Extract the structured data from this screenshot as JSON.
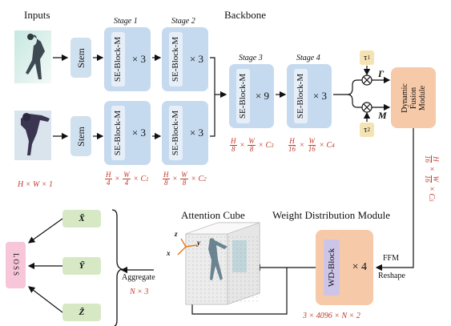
{
  "titles": {
    "inputs": "Inputs",
    "backbone": "Backbone",
    "attention_cube": "Attention Cube",
    "weight_distribution": "Weight Distribution Module"
  },
  "stages": [
    "Stage 1",
    "Stage 2",
    "Stage 3",
    "Stage 4"
  ],
  "stem_label": "Stem",
  "block_label": "SE-Block-M",
  "multipliers": [
    "× 3",
    "× 3",
    "× 9",
    "× 3"
  ],
  "tau": [
    "τ",
    "τ"
  ],
  "tau_sub": [
    "1",
    "2"
  ],
  "gamma": "Γ",
  "m_label": "M",
  "dfm_lines": [
    "Dynamic",
    "Fusion",
    "Module"
  ],
  "dims": {
    "input": "H × W × 1",
    "s1": {
      "num1": "H",
      "den1": "4",
      "num2": "W",
      "den2": "4",
      "c": "C",
      "csub": "1"
    },
    "s2": {
      "num1": "H",
      "den1": "8",
      "num2": "W",
      "den2": "8",
      "c": "C",
      "csub": "2"
    },
    "s3": {
      "num1": "H",
      "den1": "8",
      "num2": "W",
      "den2": "8",
      "c": "C",
      "csub": "3"
    },
    "s4": {
      "num1": "H",
      "den1": "16",
      "num2": "W",
      "den2": "16",
      "c": "C",
      "csub": "4"
    },
    "s5": {
      "num1": "H",
      "den1": "16",
      "num2": "W",
      "den2": "16",
      "c": "C",
      "csub": "5"
    }
  },
  "ffm": "FFM",
  "reshape": "Reshape",
  "wd_block": "WD-Block",
  "wd_mult": "× 4",
  "wd_dim": "3 × 4096 × N × 2",
  "aggregate": "Aggregate",
  "n3": "N × 3",
  "outputs": [
    "X̃",
    "Ỹ",
    "Z̃"
  ],
  "loss": "LOSS",
  "axes": [
    "z",
    "y",
    "x"
  ],
  "colors": {
    "block": "#c6daef",
    "stem": "#cfe0ef",
    "tau": "#f6e3b4",
    "module": "#f6c9a8",
    "wd_inner": "#ccc5e8",
    "output": "#d6e9c4",
    "loss": "#f7c6d8",
    "dim_text": "#c0392b"
  }
}
